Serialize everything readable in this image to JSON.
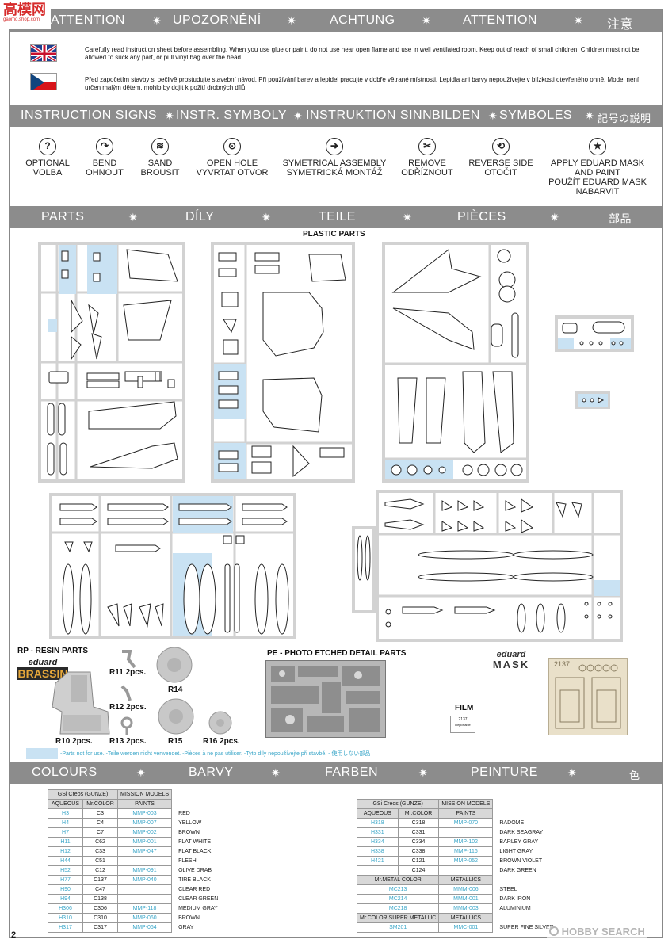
{
  "attention_bar": [
    "ATTENTION",
    "UPOZORNĚNÍ",
    "ACHTUNG",
    "ATTENTION",
    "注意"
  ],
  "watermark_top": "高模网",
  "watermark_top_sub": "gaomo.shop.com",
  "notice_en": "Carefully read instruction sheet before assembling. When you use glue or paint, do not use near open flame and use in well ventilated room. Keep out of reach of small children. Children must not be allowed to suck any part, or pull vinyl bag over the head.",
  "notice_cz": "Před započetím stavby si pečlivě prostudujte stavební návod. Při používání barev a lepidel pracujte v dobře větrané místnosti. Lepidla ani barvy nepoužívejte v blízkosti otevřeného ohně. Model není určen malým dětem, mohlo by dojít k požití drobných dílů.",
  "signs_bar": [
    "INSTRUCTION SIGNS",
    "INSTR. SYMBOLY",
    "INSTRUKTION SINNBILDEN",
    "SYMBOLES",
    "記号の説明"
  ],
  "signs": [
    {
      "icon": "?",
      "l1": "OPTIONAL",
      "l2": "VOLBA",
      "l3": "",
      "l4": ""
    },
    {
      "icon": "↷",
      "l1": "BEND",
      "l2": "OHNOUT",
      "l3": "",
      "l4": ""
    },
    {
      "icon": "≋",
      "l1": "SAND",
      "l2": "BROUSIT",
      "l3": "",
      "l4": ""
    },
    {
      "icon": "⊙",
      "l1": "OPEN HOLE",
      "l2": "VYVRTAT OTVOR",
      "l3": "",
      "l4": ""
    },
    {
      "icon": "➔",
      "l1": "SYMETRICAL ASSEMBLY",
      "l2": "SYMETRICKÁ MONTÁŽ",
      "l3": "",
      "l4": ""
    },
    {
      "icon": "✂",
      "l1": "REMOVE",
      "l2": "ODŘÍZNOUT",
      "l3": "",
      "l4": ""
    },
    {
      "icon": "⟲",
      "l1": "REVERSE SIDE",
      "l2": "OTOČIT",
      "l3": "",
      "l4": ""
    },
    {
      "icon": "★",
      "l1": "APPLY EDUARD MASK",
      "l2": "AND PAINT",
      "l3": "POUŽÍT EDUARD MASK",
      "l4": "NABARVIT"
    }
  ],
  "parts_bar": [
    "PARTS",
    "DÍLY",
    "TEILE",
    "PIÈCES",
    "部品"
  ],
  "plastic_parts": "PLASTIC PARTS",
  "resin_title": "RP - RESIN PARTS",
  "brassin_top": "eduard",
  "brassin_bottom": "BRASSIN",
  "resin_labels": {
    "r11": "R11 2pcs.",
    "r14": "R14",
    "r12": "R12 2pcs.",
    "r10": "R10 2pcs.",
    "r13": "R13 2pcs.",
    "r15": "R15",
    "r16": "R16 2pcs."
  },
  "pe_title": "PE - PHOTO ETCHED DETAIL PARTS",
  "mask_top": "eduard",
  "mask_bottom": "MASK",
  "mask_code": "2137",
  "film_title": "FILM",
  "film_code": "2137",
  "film_sub": "Deportable",
  "not_used_note": "-Parts not for use. -Teile werden nicht verwendet. -Pièces à ne pas utiliser. -Tyto díly nepoužívejte při stavbě. -  使用しない部品",
  "colours_bar": [
    "COLOURS",
    "BARVY",
    "FARBEN",
    "PEINTURE",
    "色"
  ],
  "table_left": {
    "h1": "GSi Creos (GUNZE)",
    "h2": "MISSION MODELS",
    "c1": "AQUEOUS",
    "c2": "Mr.COLOR",
    "c3": "PAINTS",
    "rows": [
      [
        "H3",
        "C3",
        "MMP-003",
        "RED"
      ],
      [
        "H4",
        "C4",
        "MMP-007",
        "YELLOW"
      ],
      [
        "H7",
        "C7",
        "MMP-002",
        "BROWN"
      ],
      [
        "H11",
        "C62",
        "MMP-001",
        "FLAT WHITE"
      ],
      [
        "H12",
        "C33",
        "MMP-047",
        "FLAT BLACK"
      ],
      [
        "H44",
        "C51",
        "",
        "FLESH"
      ],
      [
        "H52",
        "C12",
        "MMP-091",
        "OLIVE DRAB"
      ],
      [
        "H77",
        "C137",
        "MMP-040",
        "TIRE BLACK"
      ],
      [
        "H90",
        "C47",
        "",
        "CLEAR RED"
      ],
      [
        "H94",
        "C138",
        "",
        "CLEAR GREEN"
      ],
      [
        "H306",
        "C306",
        "MMP-118",
        "MEDIUM GRAY"
      ],
      [
        "H310",
        "C310",
        "MMP-060",
        "BROWN"
      ],
      [
        "H317",
        "C317",
        "MMP-064",
        "GRAY"
      ]
    ]
  },
  "table_right": {
    "h1": "GSi Creos (GUNZE)",
    "h2": "MISSION MODELS",
    "c1": "AQUEOUS",
    "c2": "Mr.COLOR",
    "c3": "PAINTS",
    "rows": [
      [
        "H318",
        "C318",
        "MMP-070",
        "RADOME"
      ],
      [
        "H331",
        "C331",
        "",
        "DARK SEAGRAY"
      ],
      [
        "H334",
        "C334",
        "MMP-102",
        "BARLEY GRAY"
      ],
      [
        "H338",
        "C338",
        "MMP-116",
        "LIGHT GRAY"
      ],
      [
        "H421",
        "C121",
        "MMP-052",
        "BROWN VIOLET"
      ],
      [
        "",
        "C124",
        "",
        "DARK GREEN"
      ]
    ],
    "metal_h1": "Mr.METAL COLOR",
    "metal_h2": "METALLICS",
    "metal_rows": [
      [
        "MC213",
        "MMM-006",
        "STEEL"
      ],
      [
        "MC214",
        "MMM-001",
        "DARK IRON"
      ],
      [
        "MC218",
        "MMM-003",
        "ALUMINIUM"
      ]
    ],
    "super_h1": "Mr.COLOR SUPER METALLIC",
    "super_h2": "METALLICS",
    "super_rows": [
      [
        "SM201",
        "MMC-001",
        "SUPER FINE SILVER"
      ]
    ]
  },
  "page_number": "2",
  "watermark_bottom": "HOBBY SEARCH",
  "colors": {
    "bar": "#8c8c8c",
    "sprue": "#d2d2d2",
    "blue_part": "#c9e2f3",
    "code_text": "#3aa6c8"
  }
}
